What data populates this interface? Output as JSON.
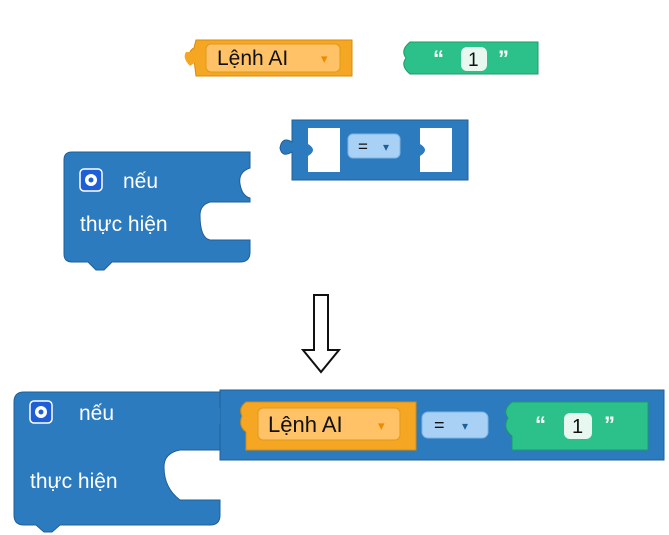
{
  "blocks": {
    "command": {
      "label": "Lệnh AI",
      "dropdown_arrow": "▾"
    },
    "text": {
      "open_quote": "“",
      "value": "1",
      "close_quote": "”"
    },
    "compare": {
      "operator": "=",
      "dropdown_arrow": "▾"
    },
    "if_block": {
      "keyword_if": "nếu",
      "keyword_do": "thực hiện",
      "icon": "gear-icon"
    }
  },
  "arrow": {
    "icon": "down-arrow-icon"
  },
  "colors": {
    "logic_blue": "#2d7bbf",
    "logic_blue_dark": "#1f5f9a",
    "command_orange": "#f5a623",
    "command_orange_dark": "#d98a06",
    "field_orange": "#ffc266",
    "text_green": "#2cc18a",
    "text_green_dark": "#1c9a6a",
    "field_light": "#e8f7f0",
    "dropdown_field": "#a9d1f5",
    "white": "#ffffff",
    "black": "#111111"
  }
}
